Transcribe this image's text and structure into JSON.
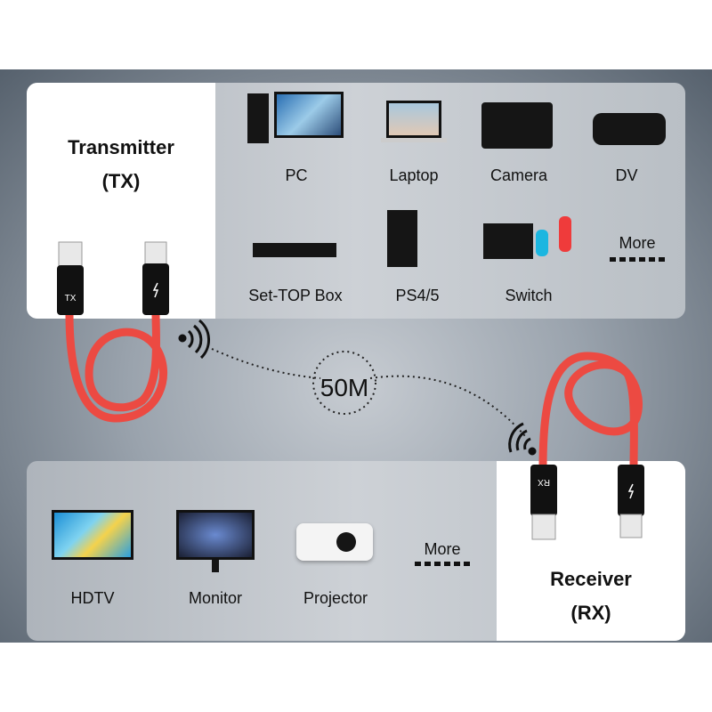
{
  "transmitter": {
    "title": "Transmitter",
    "abbr": "(TX)",
    "plug_label": "TX"
  },
  "receiver": {
    "title": "Receiver",
    "abbr": "(RX)",
    "plug_label": "RX"
  },
  "distance": "50M",
  "source_devices": [
    {
      "label": "PC",
      "icon": "pc-icon"
    },
    {
      "label": "Laptop",
      "icon": "laptop-icon"
    },
    {
      "label": "Camera",
      "icon": "camera-icon"
    },
    {
      "label": "DV",
      "icon": "camcorder-icon"
    },
    {
      "label": "Set-TOP Box",
      "icon": "set-top-box-icon"
    },
    {
      "label": "PS4/5",
      "icon": "game-console-icon"
    },
    {
      "label": "Switch",
      "icon": "switch-console-icon"
    },
    {
      "label": "More",
      "icon": "more-dots-icon"
    }
  ],
  "display_devices": [
    {
      "label": "HDTV",
      "icon": "tv-icon"
    },
    {
      "label": "Monitor",
      "icon": "monitor-icon"
    },
    {
      "label": "Projector",
      "icon": "projector-icon"
    },
    {
      "label": "More",
      "icon": "more-dots-icon"
    }
  ],
  "colors": {
    "cable": "#ec4a42",
    "plug": "#111111",
    "panel_white": "#ffffff"
  }
}
